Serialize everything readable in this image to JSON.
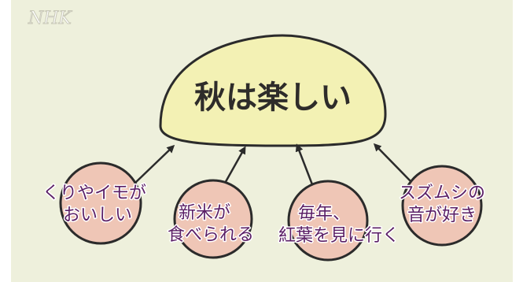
{
  "logo": {
    "text": "NHK"
  },
  "main": {
    "label": "秋は楽しい"
  },
  "topics": [
    {
      "lines": [
        "くりやイモが",
        "おいしい"
      ]
    },
    {
      "lines": [
        "新米が",
        "食べられる"
      ]
    },
    {
      "lines": [
        "毎年、",
        "紅葉を見に行く"
      ]
    },
    {
      "lines": [
        "スズムシの",
        "音が好き"
      ]
    }
  ],
  "colors": {
    "background": "#eef0dc",
    "main_fill": "#f3f1b4",
    "circle_fill": "#efc6b6",
    "outline": "#2b2b2b",
    "topic_text": "#5b1f66"
  }
}
